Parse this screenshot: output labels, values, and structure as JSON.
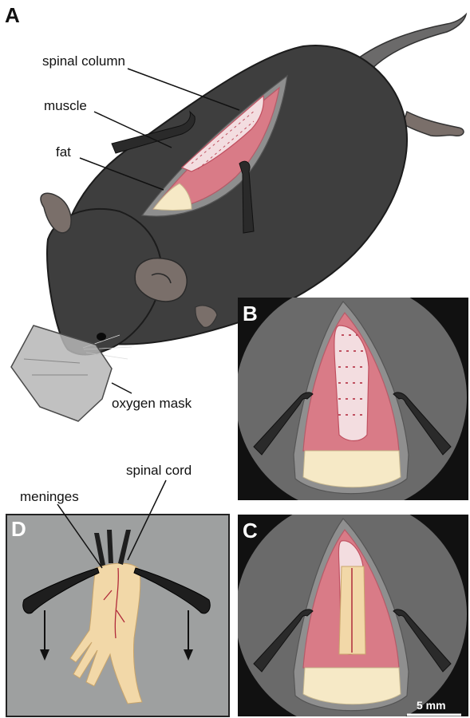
{
  "panels": {
    "a": "A",
    "b": "B",
    "c": "C",
    "d": "D"
  },
  "labels": {
    "spinal_column": "spinal column",
    "muscle": "muscle",
    "fat": "fat",
    "oxygen_mask": "oxygen mask",
    "spinal_cord": "spinal cord",
    "meninges": "meninges"
  },
  "scale_bar": "5 mm",
  "colors": {
    "mouse_body": "#3e3e3e",
    "muscle": "#d97b87",
    "fat": "#f6e9c6",
    "bone": "#f3dde0",
    "panel_background": "#111111",
    "field_of_view": "#6a6a6a",
    "spinal_cord": "#f2d8a8",
    "panel_d_background": "#9ea0a0"
  }
}
